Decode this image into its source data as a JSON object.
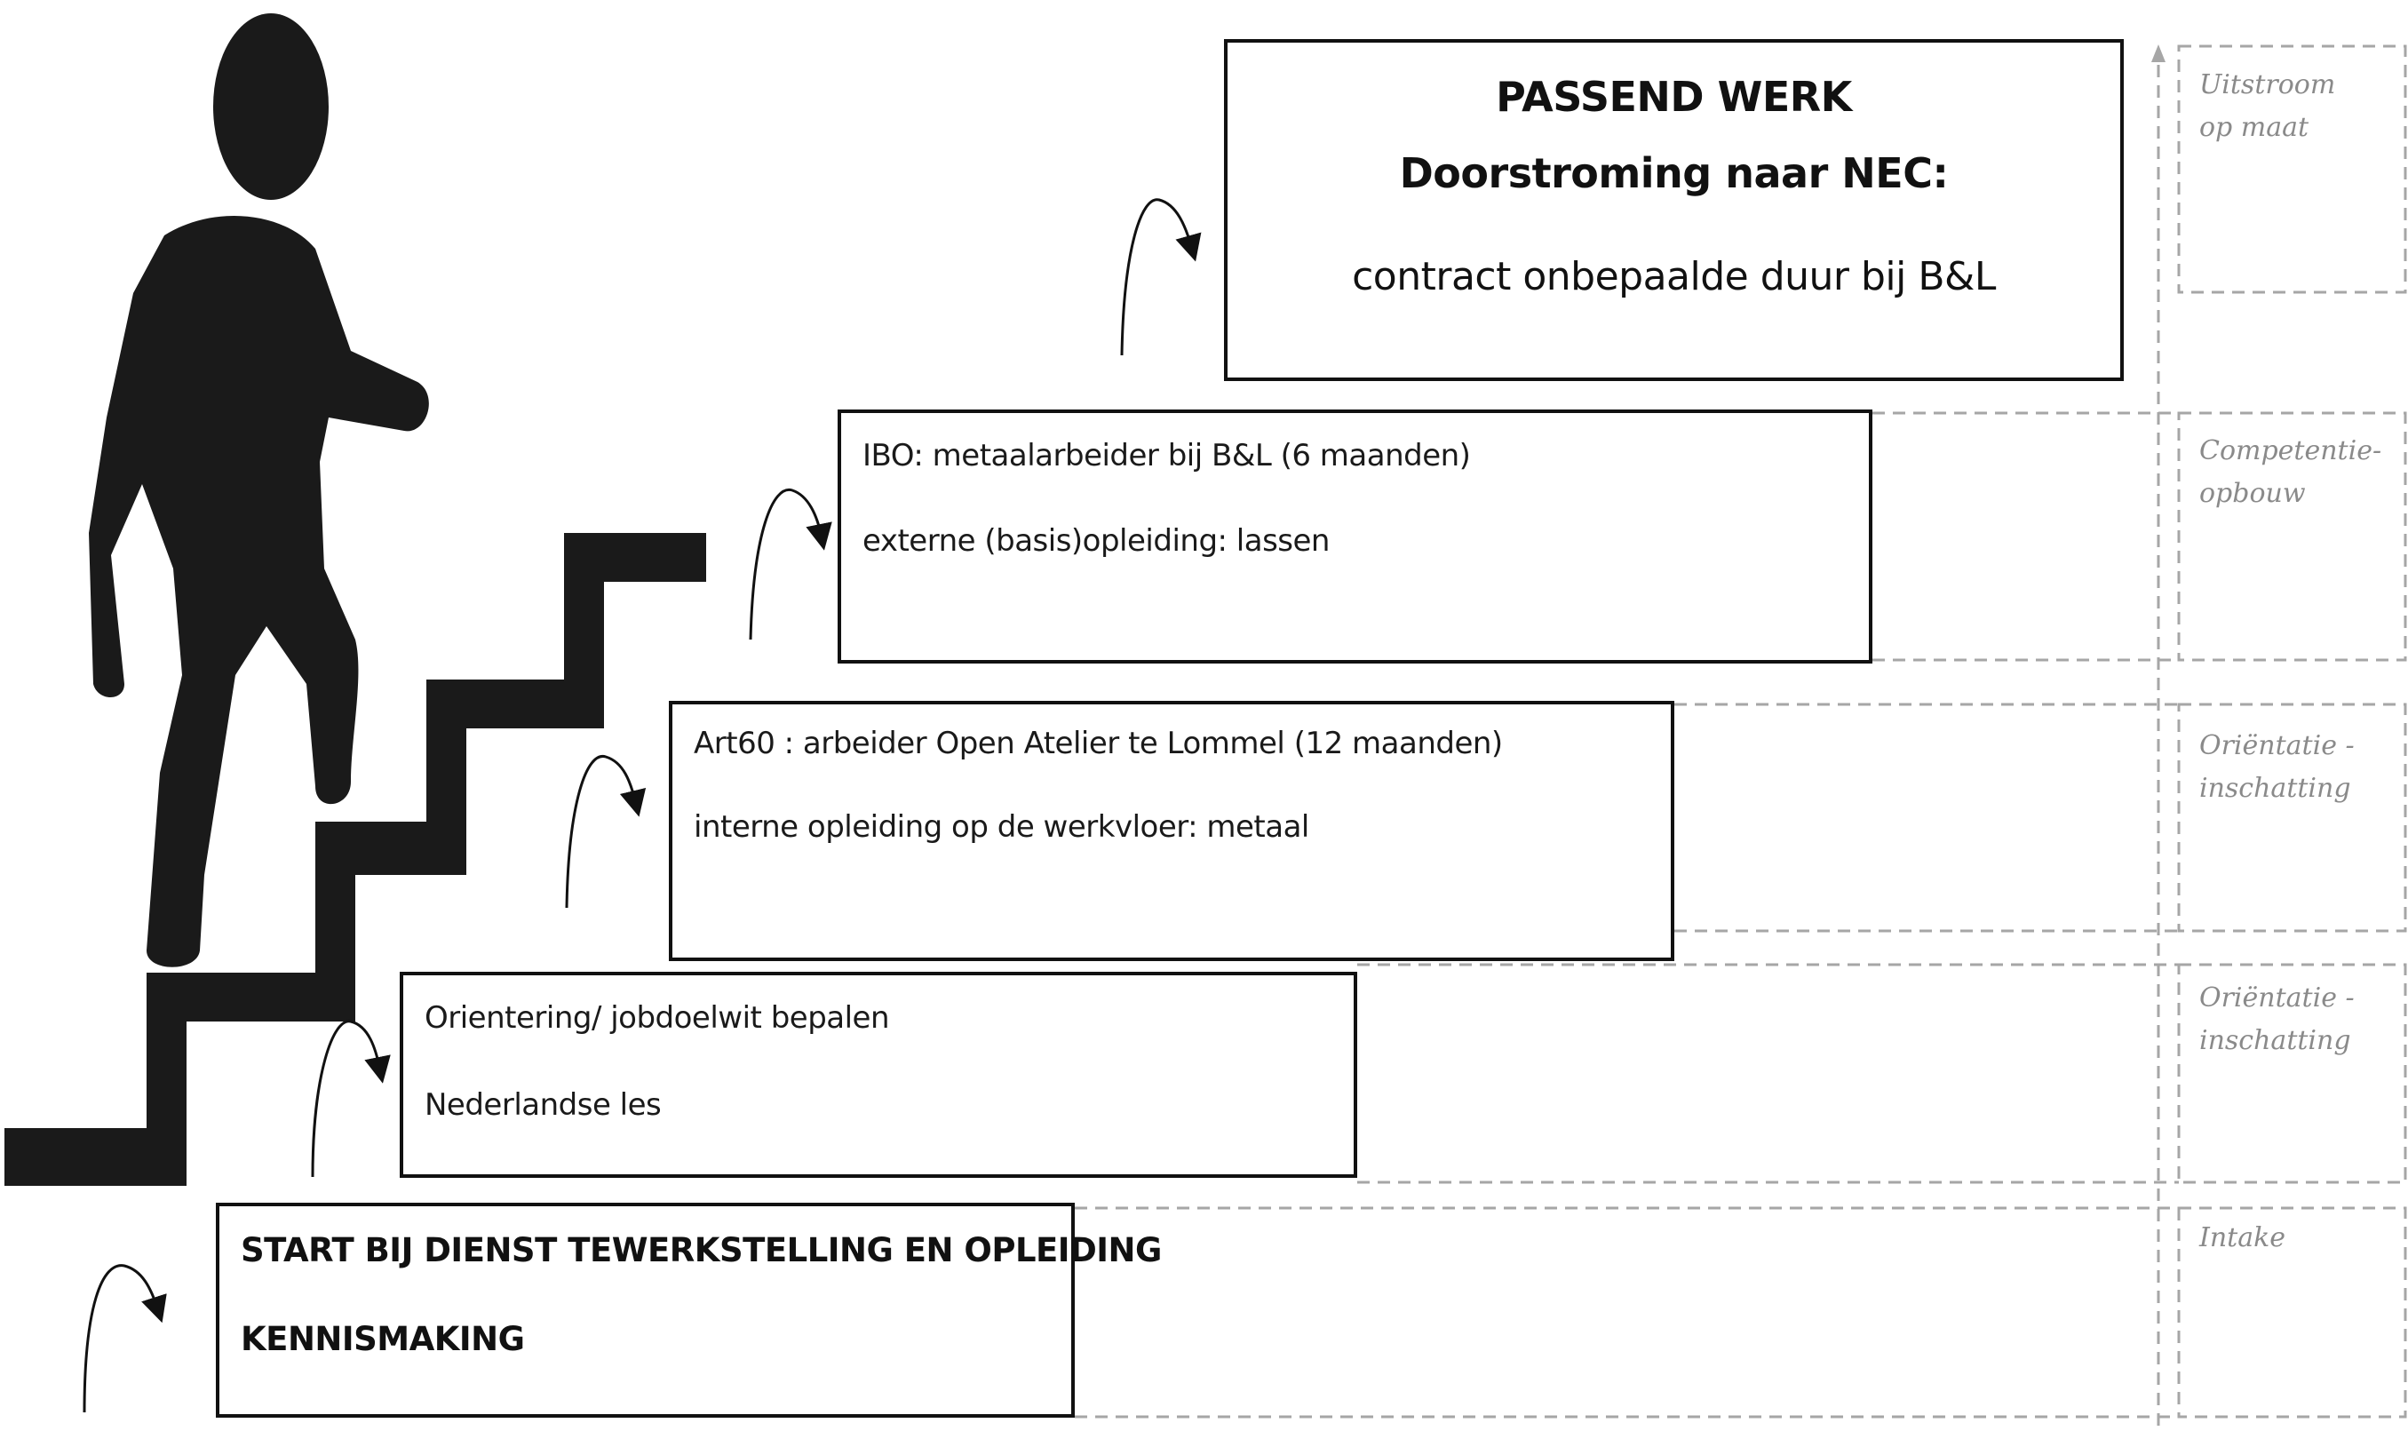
{
  "diagram": {
    "top": {
      "title": "PASSEND WERK",
      "subtitle": "Doorstroming naar NEC:",
      "detail": "contract onbepaalde duur bij B&L"
    },
    "step4": {
      "line1": "IBO: metaalarbeider bij B&L (6 maanden)",
      "line2": "externe (basis)opleiding: lassen"
    },
    "step3": {
      "line1": "Art60 : arbeider Open Atelier te Lommel (12 maanden)",
      "line2": "interne opleiding op de werkvloer: metaal"
    },
    "step2": {
      "line1": "Orientering/ jobdoelwit bepalen",
      "line2": "Nederlandse les"
    },
    "step1": {
      "line1": "START BIJ DIENST TEWERKSTELLING EN OPLEIDING",
      "line2": "KENNISMAKING"
    },
    "phases": [
      "Uitstroom op maat",
      "Competentie-opbouw",
      "Oriëntatie - inschatting",
      "Oriëntatie - inschatting",
      "Intake"
    ]
  },
  "colors": {
    "ink": "#111111",
    "dashed": "#a6a6a6",
    "phase_text": "#8a8a8a"
  },
  "icons": [
    "person-walking-icon",
    "staircase-icon",
    "curved-arrow-icon"
  ]
}
